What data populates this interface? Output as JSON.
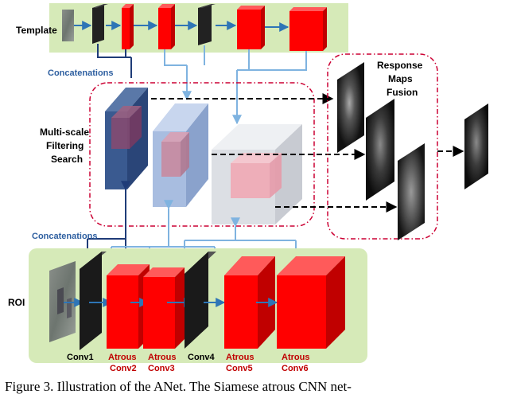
{
  "rows": {
    "template_label": "Template",
    "roi_label": "ROI"
  },
  "concatenations_top": "Concatenations",
  "concatenations_bottom": "Concatenations",
  "search_label": [
    "Multi-scale",
    "Filtering",
    "Search"
  ],
  "fusion_label": [
    "Response",
    "Maps",
    "Fusion"
  ],
  "layers": [
    {
      "lines": [
        "Conv1"
      ],
      "color": "black"
    },
    {
      "lines": [
        "Atrous",
        "Conv2"
      ],
      "color": "red"
    },
    {
      "lines": [
        "Atrous",
        "Conv3"
      ],
      "color": "red"
    },
    {
      "lines": [
        "Conv4"
      ],
      "color": "black"
    },
    {
      "lines": [
        "Atrous",
        "Conv5"
      ],
      "color": "red"
    },
    {
      "lines": [
        "Atrous",
        "Conv6"
      ],
      "color": "red"
    }
  ],
  "caption": "Figure 3. Illustration of the ANet. The Siamese atrous CNN net-",
  "colors": {
    "green_panel": "#d6eab8",
    "red_block": "#ff0000",
    "black_block": "#222222",
    "arrow_blue": "#2e75b6",
    "dark_blue": "#1f3c78",
    "dashed_border": "#cc0033"
  }
}
